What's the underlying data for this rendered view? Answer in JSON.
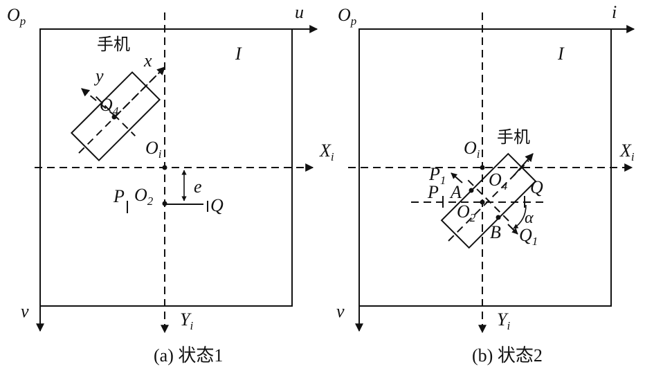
{
  "panel_a": {
    "corner_label": "O",
    "corner_sub": "p",
    "u_label": "u",
    "v_label": "v",
    "image_label": "I",
    "phone_label": "手机",
    "x_label": "x",
    "y_label": "y",
    "o4": "O",
    "o4_sub": "4",
    "oi": "O",
    "oi_sub": "i",
    "xi": "X",
    "xi_sub": "i",
    "yi": "Y",
    "yi_sub": "i",
    "e_label": "e",
    "p_label": "P",
    "o2": "O",
    "o2_sub": "2",
    "q_label": "Q",
    "caption": "(a) 状态1"
  },
  "panel_b": {
    "corner_label": "O",
    "corner_sub": "p",
    "i_label": "i",
    "v_label": "v",
    "image_label": "I",
    "phone_label": "手机",
    "oi": "O",
    "oi_sub": "i",
    "xi": "X",
    "xi_sub": "i",
    "yi": "Y",
    "yi_sub": "i",
    "p1": "P",
    "p1_sub": "1",
    "p_label": "P",
    "a_label": "A",
    "o4": "O",
    "o4_sub": "4",
    "q_label": "Q",
    "o2": "O",
    "o2_sub": "2",
    "alpha": "α",
    "b_label": "B",
    "q1": "Q",
    "q1_sub": "1",
    "caption": "(b) 状态2"
  }
}
